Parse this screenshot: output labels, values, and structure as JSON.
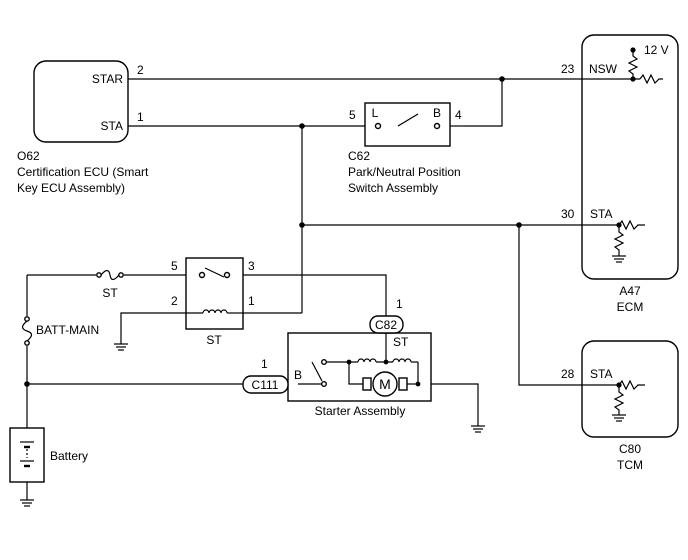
{
  "components": {
    "ecu_o62": {
      "pin_star_label": "STAR",
      "pin_star_num": "2",
      "pin_sta_label": "STA",
      "pin_sta_num": "1",
      "code": "O62",
      "name_line1": "Certification ECU (Smart",
      "name_line2": "Key ECU Assembly)"
    },
    "pnp_switch": {
      "code": "C62",
      "name_line1": "Park/Neutral Position",
      "name_line2": "Switch Assembly",
      "pin_left_num": "5",
      "pin_right_num": "4",
      "contact_left": "L",
      "contact_right": "B"
    },
    "ecm_a47": {
      "code": "A47",
      "name": "ECM",
      "supply": "12 V",
      "pin_nsw_num": "23",
      "pin_nsw_label": "NSW",
      "pin_sta_num": "30",
      "pin_sta_label": "STA"
    },
    "tcm_c80": {
      "code": "C80",
      "name": "TCM",
      "pin_sta_num": "28",
      "pin_sta_label": "STA"
    },
    "st_relay": {
      "name": "ST",
      "pin5": "5",
      "pin3": "3",
      "pin2": "2",
      "pin1": "1"
    },
    "fuse_st": {
      "name": "ST"
    },
    "fuse_batt_main": {
      "name": "BATT-MAIN"
    },
    "battery": {
      "name": "Battery"
    },
    "starter": {
      "name": "Starter Assembly",
      "connector_c82": "C82",
      "c82_pin": "1",
      "st_terminal": "ST",
      "connector_c111": "C111",
      "c111_pin": "1",
      "b_terminal": "B",
      "motor_symbol": "M"
    }
  }
}
